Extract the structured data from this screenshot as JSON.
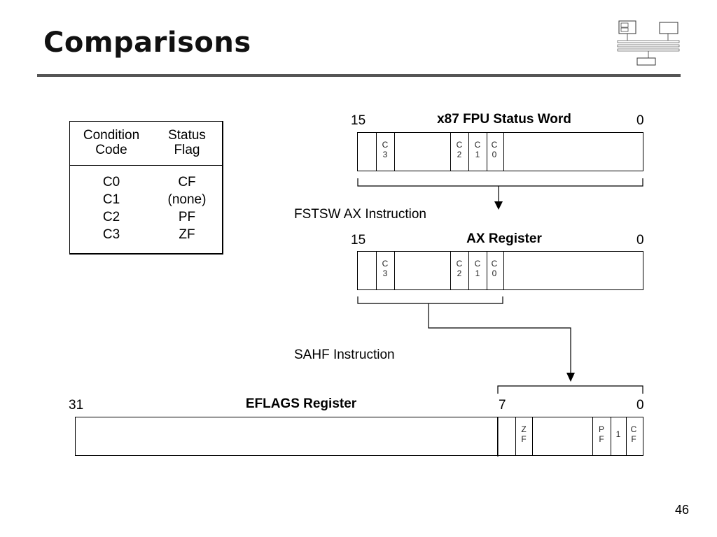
{
  "slide": {
    "title": "Comparisons",
    "page_number": "46"
  },
  "cc_table": {
    "headers": [
      {
        "line1": "Condition",
        "line2": "Code"
      },
      {
        "line1": "Status",
        "line2": "Flag"
      }
    ],
    "rows": [
      {
        "code": "C0",
        "flag": "CF"
      },
      {
        "code": "C1",
        "flag": "(none)"
      },
      {
        "code": "C2",
        "flag": "PF"
      },
      {
        "code": "C3",
        "flag": "ZF"
      }
    ]
  },
  "fpu_status_word": {
    "title": "x87 FPU Status Word",
    "high_bit": "15",
    "low_bit": "0",
    "bits": [
      {
        "l1": "C",
        "l2": "3"
      },
      {
        "l1": "C",
        "l2": "2"
      },
      {
        "l1": "C",
        "l2": "1"
      },
      {
        "l1": "C",
        "l2": "0"
      }
    ]
  },
  "fstsw_instruction": "FSTSW AX Instruction",
  "ax_register": {
    "title": "AX Register",
    "high_bit": "15",
    "low_bit": "0",
    "bits": [
      {
        "l1": "C",
        "l2": "3"
      },
      {
        "l1": "C",
        "l2": "2"
      },
      {
        "l1": "C",
        "l2": "1"
      },
      {
        "l1": "C",
        "l2": "0"
      }
    ]
  },
  "sahf_instruction": "SAHF Instruction",
  "eflags_register": {
    "title": "EFLAGS Register",
    "high_bit": "31",
    "mid_bit": "7",
    "low_bit": "0",
    "bits": [
      {
        "l1": "Z",
        "l2": "F"
      },
      {
        "l1": "P",
        "l2": "F"
      },
      {
        "l1": "1",
        "l2": ""
      },
      {
        "l1": "C",
        "l2": "F"
      }
    ]
  }
}
